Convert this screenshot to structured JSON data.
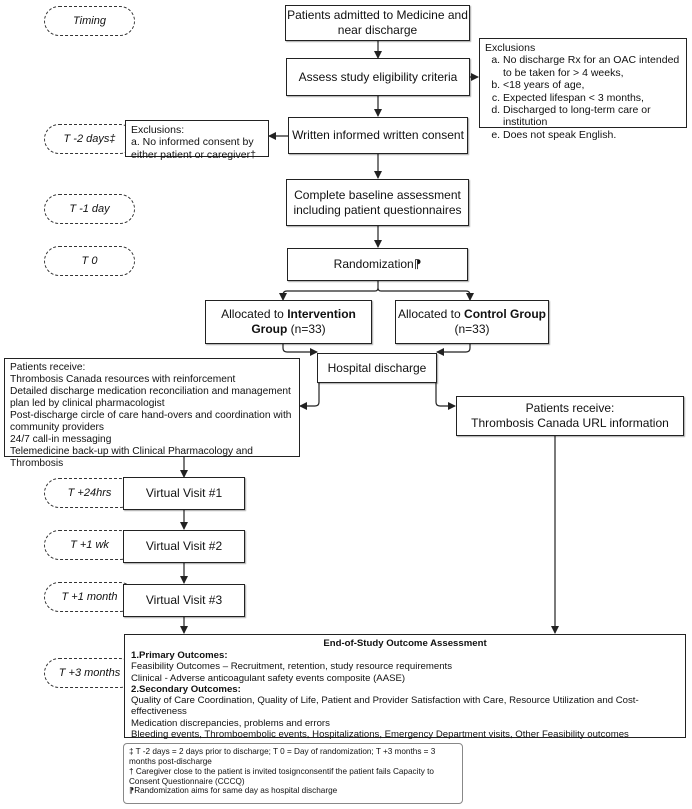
{
  "timing": {
    "header": "Timing",
    "t_minus_2": "T -2 days‡",
    "t_minus_1": "T -1 day",
    "t_0": "T 0",
    "t_24hrs": "T +24hrs",
    "t_1wk": "T +1 wk",
    "t_1month": "T +1 month",
    "t_3months": "T +3 months"
  },
  "flow": {
    "admitted": "Patients admitted to Medicine and near discharge",
    "eligibility": "Assess study eligibility criteria",
    "consent": "Written informed written consent",
    "baseline": "Complete baseline assessment including patient questionnaires",
    "randomization": "Randomization⁋",
    "intervention": {
      "prefix": "Allocated to ",
      "bold": "Intervention Group",
      "suffix": " (n=33)"
    },
    "control": {
      "prefix": "Allocated to ",
      "bold": "Control Group",
      "suffix": "(n=33)"
    },
    "discharge": "Hospital discharge",
    "visit1": "Virtual Visit #1",
    "visit2": "Virtual Visit #2",
    "visit3": "Virtual Visit #3"
  },
  "exclusions_right": {
    "title": "Exclusions",
    "items": [
      "No discharge Rx for an OAC intended to be taken for > 4 weeks,",
      "<18 years of age,",
      "Expected lifespan < 3 months,",
      "Discharged to long-term care or institution",
      "Does not speak English."
    ]
  },
  "exclusions_left": {
    "title": "Exclusions:",
    "line": "a. No informed consent by either patient or caregiver†"
  },
  "intervention_receive": {
    "title": "Patients receive:",
    "items": [
      "Thrombosis Canada resources with reinforcement",
      "Detailed discharge medication reconciliation and management plan led by clinical pharmacologist",
      "Post-discharge circle of care hand-overs and coordination with community providers",
      "24/7 call-in messaging",
      "Telemedicine back-up with Clinical Pharmacology and Thrombosis"
    ]
  },
  "control_receive": {
    "title": "Patients receive:",
    "line": "Thrombosis Canada URL information"
  },
  "outcomes": {
    "title": "End-of-Study Outcome Assessment",
    "primary_heading": "1.Primary Outcomes:",
    "primary_items": [
      "Feasibility Outcomes – Recruitment, retention, study resource requirements",
      "Clinical - Adverse anticoagulant safety events composite (AASE)"
    ],
    "secondary_heading": "2.Secondary Outcomes:",
    "secondary_items": [
      "Quality of Care Coordination, Quality of Life, Patient and Provider Satisfaction with Care, Resource Utilization and Cost-effectiveness",
      "Medication discrepancies, problems and errors",
      "Bleeding events, Thromboembolic events, Hospitalizations, Emergency Department visits, Other Feasibility outcomes"
    ]
  },
  "footnotes": [
    "‡ T -2 days = 2 days prior to discharge; T 0 = Day of randomization; T +3 months = 3 months post-discharge",
    "† Caregiver close to the patient is invited tosignconsentif the patient fails Capacity to Consent Questionnaire (CCCQ)",
    "⁋Randomization aims for same day as hospital discharge"
  ]
}
